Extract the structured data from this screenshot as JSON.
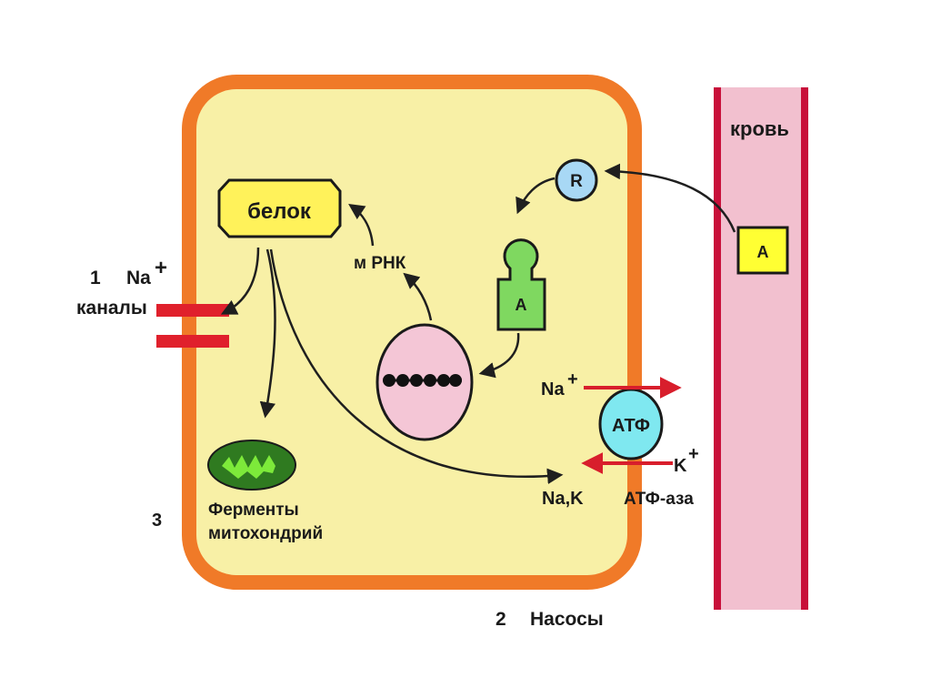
{
  "labels": {
    "blood": "кровь",
    "protein": "белок",
    "mrna": "м РНК",
    "receptor": "R",
    "hormone_blood": "A",
    "hormone_complex": "A",
    "channel_number": "1",
    "na_channel": "Na",
    "na_channel_sup": "+",
    "channels": "каналы",
    "pump_na": "Na",
    "pump_na_sup": "+",
    "atp": "АТФ",
    "pump_k": "K",
    "pump_k_sup": "+",
    "nak": "Na,K",
    "atpase": "АТФ-аза",
    "enzymes_number": "3",
    "enzymes_line1": "Ферменты",
    "enzymes_line2": "митохондрий",
    "pumps_number": "2",
    "pumps": "Насосы"
  },
  "colors": {
    "cell_fill": "#f8f0a6",
    "cell_border": "#f07a28",
    "blood_fill": "#f2c0cf",
    "blood_border": "#c8103a",
    "protein_fill": "#fff25a",
    "hormone_fill": "#ffff33",
    "receptor_fill": "#a8d8f5",
    "complex_fill": "#7fd860",
    "nucleus_fill": "#f4c6d6",
    "atp_fill": "#7fe8f0",
    "mito_outer": "#2f7a20",
    "mito_inner": "#7dea3a",
    "channel_fill": "#e0202c",
    "arrow_color": "#1f1f1f",
    "pump_arrow_color": "#d81e2c"
  }
}
